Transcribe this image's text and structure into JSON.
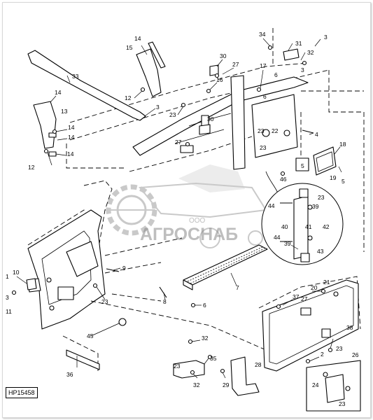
{
  "diagram_code": "HP15458",
  "watermark": {
    "prefix": "ООО",
    "brand": "АГРОСНАБ",
    "color": "#8a8a8a"
  },
  "callouts": [
    {
      "id": "c34",
      "text": "34"
    },
    {
      "id": "c3a",
      "text": "3"
    },
    {
      "id": "c31",
      "text": "31"
    },
    {
      "id": "c32a",
      "text": "32"
    },
    {
      "id": "c3b",
      "text": "3"
    },
    {
      "id": "c14a",
      "text": "14"
    },
    {
      "id": "c15",
      "text": "15"
    },
    {
      "id": "c30a",
      "text": "30"
    },
    {
      "id": "c27a",
      "text": "27"
    },
    {
      "id": "c16",
      "text": "16"
    },
    {
      "id": "c17",
      "text": "17"
    },
    {
      "id": "c6a",
      "text": "6"
    },
    {
      "id": "c6b",
      "text": "6"
    },
    {
      "id": "c33",
      "text": "33"
    },
    {
      "id": "c14b",
      "text": "14"
    },
    {
      "id": "c12a",
      "text": "12"
    },
    {
      "id": "c3c",
      "text": "3"
    },
    {
      "id": "c23a",
      "text": "23"
    },
    {
      "id": "c13",
      "text": "13"
    },
    {
      "id": "c14c",
      "text": "14"
    },
    {
      "id": "c14d",
      "text": "14"
    },
    {
      "id": "c12b",
      "text": "12"
    },
    {
      "id": "c14e",
      "text": "14"
    },
    {
      "id": "c30b",
      "text": "30"
    },
    {
      "id": "c23b",
      "text": "23"
    },
    {
      "id": "c22",
      "text": "22"
    },
    {
      "id": "c4",
      "text": "4"
    },
    {
      "id": "c27b",
      "text": "27"
    },
    {
      "id": "c23c",
      "text": "23"
    },
    {
      "id": "c18",
      "text": "18"
    },
    {
      "id": "c5a",
      "text": "5"
    },
    {
      "id": "c19",
      "text": "19"
    },
    {
      "id": "c5b",
      "text": "5"
    },
    {
      "id": "c46",
      "text": "46"
    },
    {
      "id": "c23d",
      "text": "23"
    },
    {
      "id": "c44a",
      "text": "44"
    },
    {
      "id": "c39a",
      "text": "39"
    },
    {
      "id": "c40",
      "text": "40"
    },
    {
      "id": "c41",
      "text": "41"
    },
    {
      "id": "c42",
      "text": "42"
    },
    {
      "id": "c44b",
      "text": "44"
    },
    {
      "id": "c39b",
      "text": "39"
    },
    {
      "id": "c43",
      "text": "43"
    },
    {
      "id": "c9",
      "text": "9"
    },
    {
      "id": "c10",
      "text": "10"
    },
    {
      "id": "c1",
      "text": "1"
    },
    {
      "id": "c3d",
      "text": "3"
    },
    {
      "id": "c11",
      "text": "11"
    },
    {
      "id": "c23e",
      "text": "23"
    },
    {
      "id": "c7",
      "text": "7"
    },
    {
      "id": "c8",
      "text": "8"
    },
    {
      "id": "c6c",
      "text": "6"
    },
    {
      "id": "c45",
      "text": "45"
    },
    {
      "id": "c21",
      "text": "21"
    },
    {
      "id": "c20",
      "text": "20"
    },
    {
      "id": "c37",
      "text": "37"
    },
    {
      "id": "c27c",
      "text": "27"
    },
    {
      "id": "c38",
      "text": "38"
    },
    {
      "id": "c23f",
      "text": "23"
    },
    {
      "id": "c2",
      "text": "2"
    },
    {
      "id": "c26",
      "text": "26"
    },
    {
      "id": "c32b",
      "text": "32"
    },
    {
      "id": "c35",
      "text": "35"
    },
    {
      "id": "c23g",
      "text": "23"
    },
    {
      "id": "c28",
      "text": "28"
    },
    {
      "id": "c36",
      "text": "36"
    },
    {
      "id": "c32c",
      "text": "32"
    },
    {
      "id": "c29",
      "text": "29"
    },
    {
      "id": "c24",
      "text": "24"
    },
    {
      "id": "c23h",
      "text": "23"
    }
  ]
}
